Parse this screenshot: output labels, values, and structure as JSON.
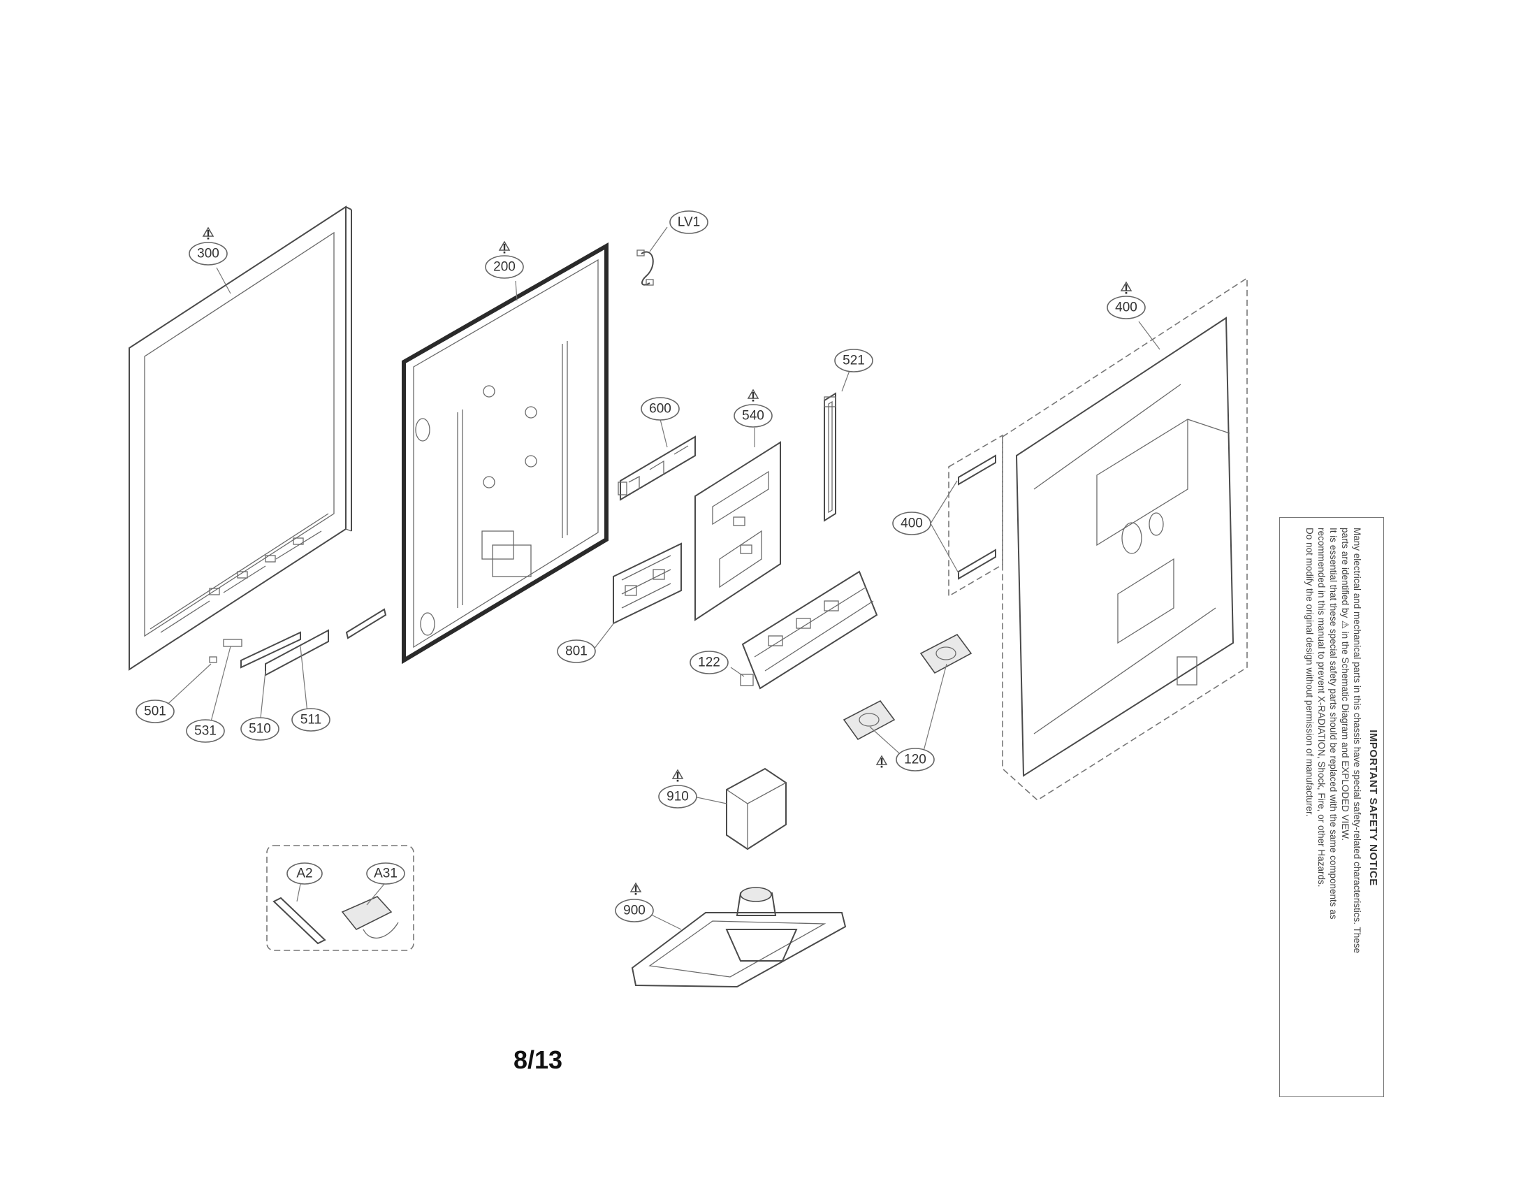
{
  "callouts": [
    {
      "id": "300",
      "label": "300",
      "warning": true
    },
    {
      "id": "200",
      "label": "200",
      "warning": true
    },
    {
      "id": "LV1",
      "label": "LV1",
      "warning": false
    },
    {
      "id": "400a",
      "label": "400",
      "warning": true
    },
    {
      "id": "521",
      "label": "521",
      "warning": false
    },
    {
      "id": "600",
      "label": "600",
      "warning": false
    },
    {
      "id": "540",
      "label": "540",
      "warning": true
    },
    {
      "id": "400b",
      "label": "400",
      "warning": false
    },
    {
      "id": "801",
      "label": "801",
      "warning": false
    },
    {
      "id": "122",
      "label": "122",
      "warning": false
    },
    {
      "id": "120",
      "label": "120",
      "warning": true
    },
    {
      "id": "501",
      "label": "501",
      "warning": false
    },
    {
      "id": "531",
      "label": "531",
      "warning": false
    },
    {
      "id": "510",
      "label": "510",
      "warning": false
    },
    {
      "id": "511",
      "label": "511",
      "warning": false
    },
    {
      "id": "910",
      "label": "910",
      "warning": true
    },
    {
      "id": "900",
      "label": "900",
      "warning": true
    },
    {
      "id": "A2",
      "label": "A2",
      "warning": false
    },
    {
      "id": "A31",
      "label": "A31",
      "warning": false
    }
  ],
  "page_number": "8/13",
  "safety_notice": {
    "title": "IMPORTANT SAFETY NOTICE",
    "lines": [
      "Many electrical and mechanical parts in this chassis have special safety-related characteristics. These",
      "parts are identified by ⚠ in the Schematic Diagram and EXPLODED VIEW.",
      "It is essential that these special safety parts should be replaced with the same components as",
      "recommended in this manual to prevent X-RADIATION, Shock, Fire, or other Hazards.",
      "Do not modify the original design without permission of manufacturer."
    ]
  }
}
